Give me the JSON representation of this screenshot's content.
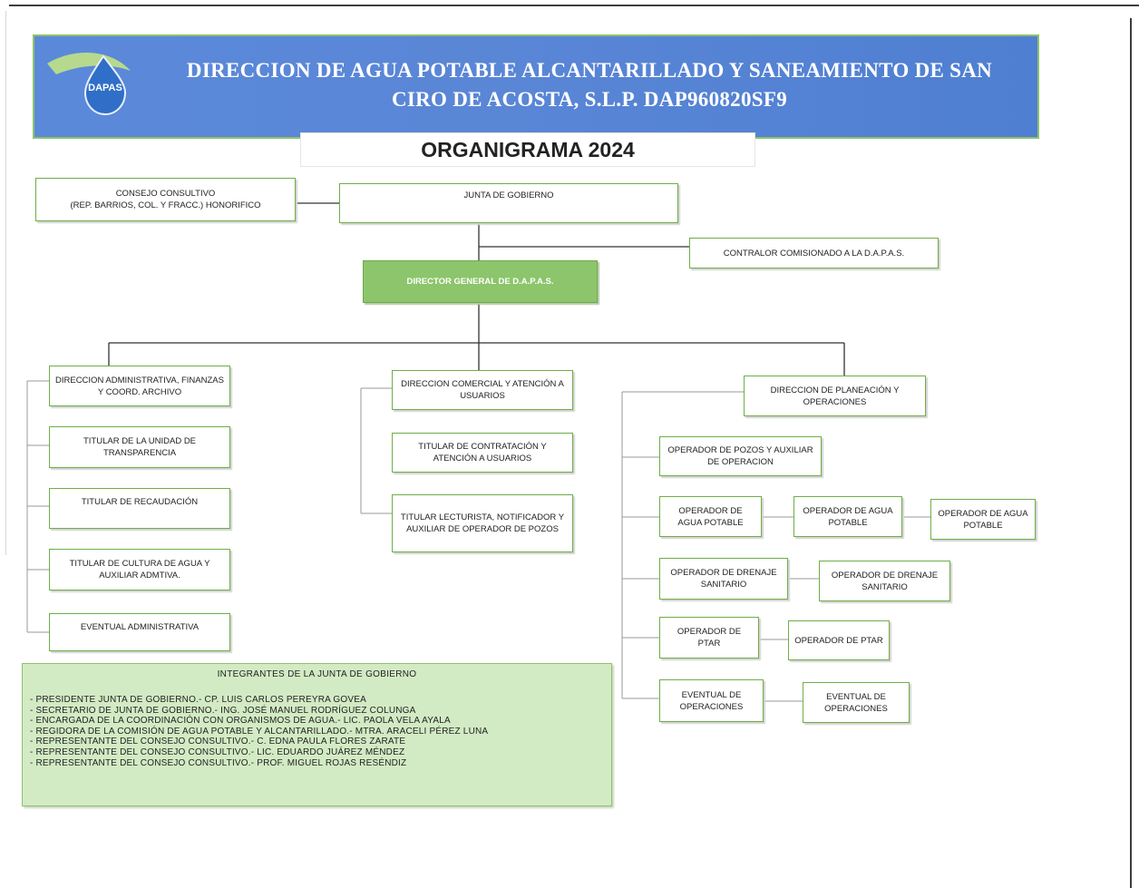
{
  "header": {
    "logo_text": "DAPAS",
    "title_line1": "DIRECCION DE AGUA POTABLE ALCANTARILLADO  Y SANEAMIENTO DE SAN",
    "title_line2": "CIRO DE ACOSTA, S.L.P. DAP960820SF9",
    "subtitle": "ORGANIGRAMA 2024"
  },
  "colors": {
    "banner": "#5b89da",
    "border_green": "#70ad47",
    "director_fill": "#8cc56b",
    "members_fill": "#d3ebc4"
  },
  "top": {
    "consejo_line1": "CONSEJO CONSULTIVO",
    "consejo_line2": "(REP. BARRIOS, COL. Y FRACC.) HONORIFICO",
    "junta": "JUNTA DE GOBIERNO",
    "contralor": "CONTRALOR COMISIONADO A LA D.A.P.A.S.",
    "director": "DIRECTOR GENERAL DE D.A.P.A.S."
  },
  "left_branch": [
    "DIRECCION ADMINISTRATIVA, FINANZAS Y COORD. ARCHIVO",
    "TITULAR DE LA UNIDAD DE TRANSPARENCIA",
    "TITULAR DE RECAUDACIÓN",
    "TITULAR DE CULTURA DE AGUA Y AUXILIAR ADMTIVA.",
    "EVENTUAL ADMINISTRATIVA"
  ],
  "center_branch": [
    "DIRECCION COMERCIAL Y ATENCIÓN A USUARIOS",
    "TITULAR DE CONTRATACIÓN Y ATENCIÓN A USUARIOS",
    "TITULAR LECTURISTA, NOTIFICADOR Y AUXILIAR DE OPERADOR DE POZOS"
  ],
  "right_branch": {
    "head": "DIRECCION DE PLANEACIÓN Y OPERACIONES",
    "pozos": "OPERADOR DE POZOS Y AUXILIAR DE OPERACION",
    "agua": [
      "OPERADOR DE AGUA POTABLE",
      "OPERADOR DE AGUA POTABLE",
      "OPERADOR DE AGUA POTABLE"
    ],
    "drenaje": [
      "OPERADOR DE DRENAJE SANITARIO",
      "OPERADOR DE DRENAJE SANITARIO"
    ],
    "ptar": [
      "OPERADOR DE PTAR",
      "OPERADOR DE PTAR"
    ],
    "eventual": [
      "EVENTUAL DE OPERACIONES",
      "EVENTUAL DE OPERACIONES"
    ]
  },
  "members": {
    "title": "INTEGRANTES DE LA JUNTA DE GOBIERNO",
    "items": [
      "- PRESIDENTE JUNTA DE GOBIERNO.- CP. LUIS CARLOS PEREYRA GOVEA",
      "- SECRETARIO DE JUNTA DE GOBIERNO.-  ING. JOSÉ MANUEL RODRÍGUEZ COLUNGA",
      "- ENCARGADA DE LA COORDINACIÓN CON ORGANISMOS DE AGUA.- LIC. PAOLA VELA AYALA",
      "- REGIDORA DE LA COMISIÓN DE AGUA POTABLE Y ALCANTARILLADO.- MTRA. ARACELI PÉREZ LUNA",
      "- REPRESENTANTE DEL CONSEJO CONSULTIVO.- C. EDNA PAULA FLORES ZARATE",
      "- REPRESENTANTE DEL CONSEJO CONSULTIVO.- LIC. EDUARDO JUÁREZ MÉNDEZ",
      "- REPRESENTANTE DEL CONSEJO CONSULTIVO.- PROF. MIGUEL ROJAS RESÉNDIZ"
    ]
  }
}
